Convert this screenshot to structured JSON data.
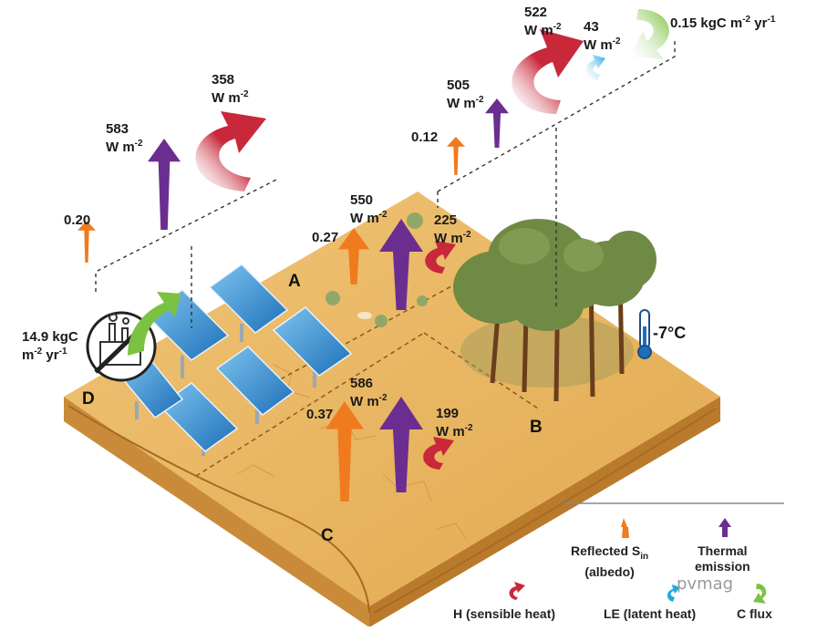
{
  "zones": {
    "a": "A",
    "b": "B",
    "c": "C",
    "d": "D"
  },
  "d_labels": {
    "albedo": "0.20",
    "thermal_value": "583",
    "thermal_unit": "W m",
    "sensible_value": "358",
    "sensible_unit": "W m",
    "carbon_value": "14.9 kgC",
    "carbon_unit": "m",
    "carbon_unit_tail": "yr"
  },
  "b_labels": {
    "albedo": "0.12",
    "thermal_value": "505",
    "thermal_unit": "W m",
    "sensible_value": "522",
    "sensible_unit": "W m",
    "latent_value": "43",
    "latent_unit": "W m",
    "carbon_value": "0.15 kgC m",
    "carbon_mid": " yr",
    "temperature": "-7°C"
  },
  "a_labels": {
    "albedo": "0.27",
    "thermal_value": "550",
    "thermal_unit": "W m",
    "sensible_value": "225",
    "sensible_unit": "W m"
  },
  "c_labels": {
    "albedo": "0.37",
    "thermal_value": "586",
    "thermal_unit": "W m",
    "sensible_value": "199",
    "sensible_unit": "W m"
  },
  "exponents": {
    "minus2": "-2",
    "minus1": "-1"
  },
  "legend": {
    "reflected_line1": "Reflected S",
    "reflected_sub": "in",
    "reflected_line2": "(albedo)",
    "thermal_line1": "Thermal",
    "thermal_line2": "emission",
    "sensible": "H (sensible heat)",
    "latent": "LE (latent heat)",
    "carbon": "C flux"
  },
  "watermark": "pvmag",
  "colors": {
    "albedo_arrow": "#f07a1e",
    "thermal_arrow": "#6b2e90",
    "sensible_arrow": "#c8283a",
    "latent_arrow": "#1fa9e1",
    "carbon_arrow": "#7cc242",
    "ground": "#e7b45c",
    "panel": "#2d7fc4",
    "tree": "#6f8a44"
  }
}
